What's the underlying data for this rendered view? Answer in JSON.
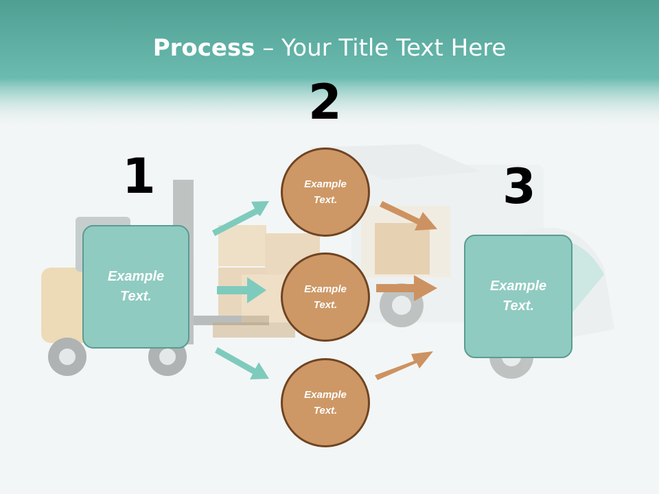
{
  "slide": {
    "title_bold": "Process",
    "title_rest": " – Your Title Text Here",
    "steps": [
      {
        "number": "1",
        "line1": "Example",
        "line2": "Text."
      },
      {
        "number": "2",
        "line1": "Example",
        "line2": "Text."
      },
      {
        "number": "3",
        "line1": "Example",
        "line2": "Text."
      }
    ],
    "circles": [
      {
        "line1": "Example",
        "line2": "Text."
      },
      {
        "line1": "Example",
        "line2": "Text."
      },
      {
        "line1": "Example",
        "line2": "Text."
      }
    ]
  },
  "colors": {
    "header": "#5ba89c",
    "box_fill": "#8fcbc1",
    "box_border": "#5a9b92",
    "circle_fill": "#cd9866",
    "circle_border": "#6f4422",
    "teal_arrow": "#7ecbbd",
    "orange_arrow": "#cd9261"
  }
}
